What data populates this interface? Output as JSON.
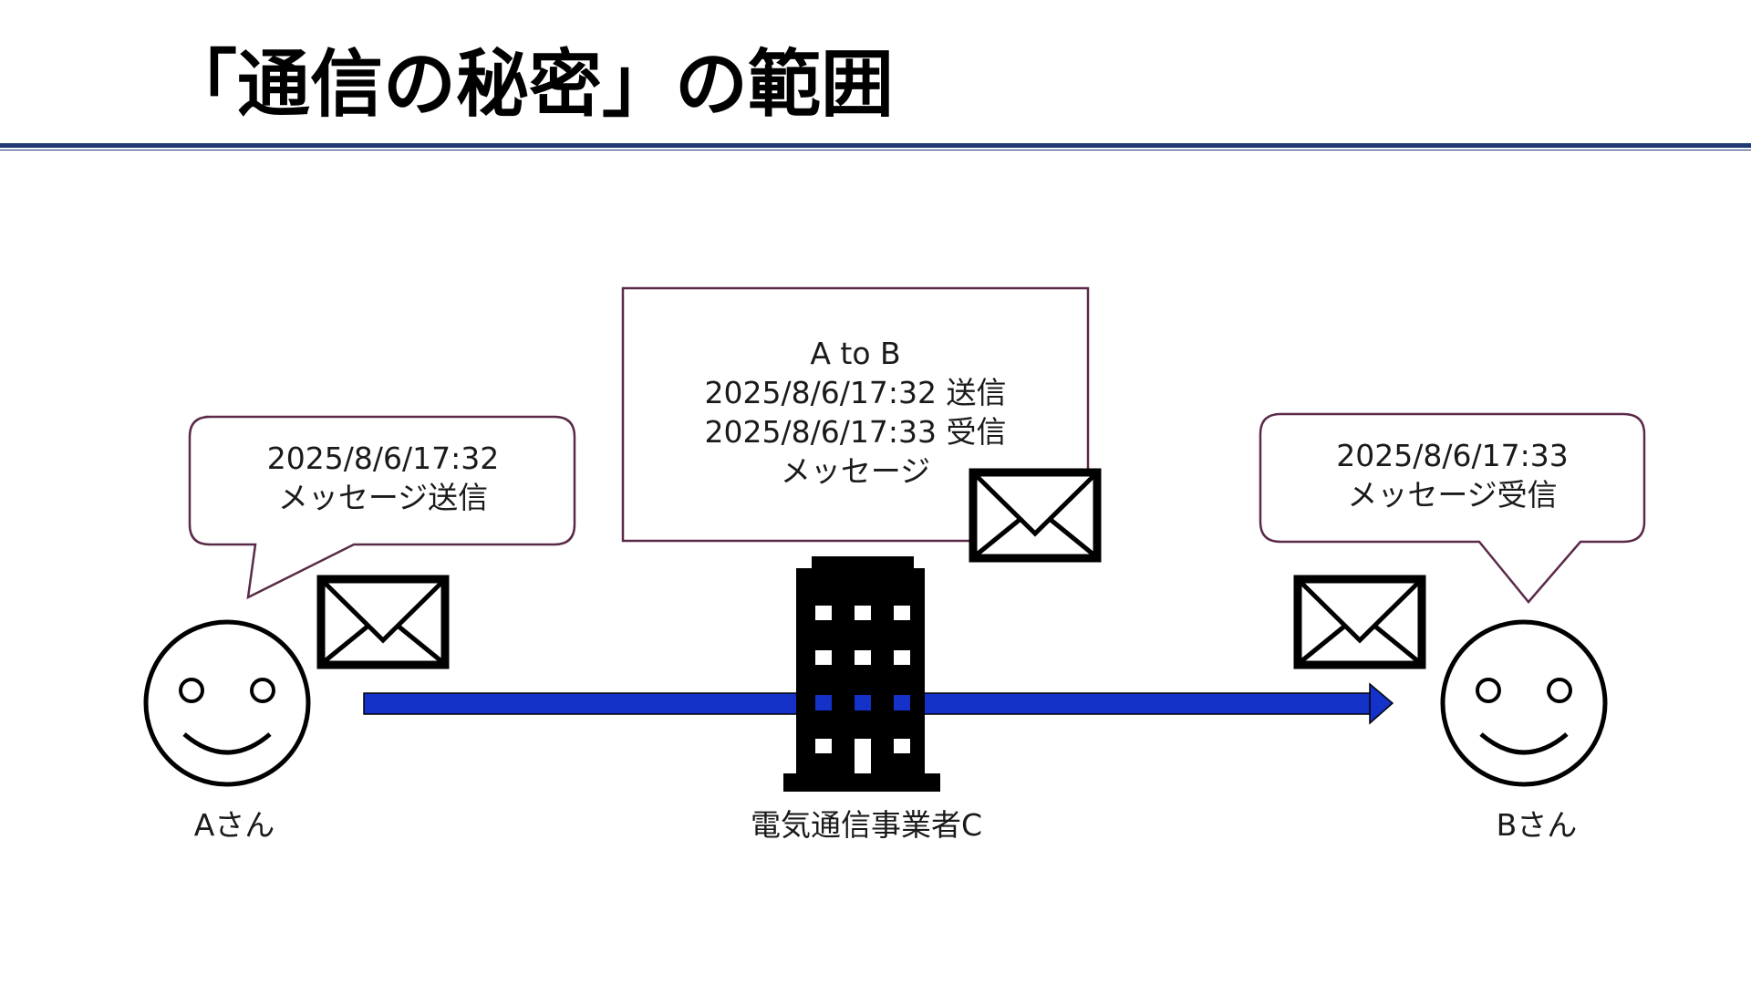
{
  "title": "「通信の秘密」の範囲",
  "colors": {
    "rule": "#1f3a73",
    "arrow": "#1432c8",
    "box_border": "#5a2a48",
    "icon": "#000000"
  },
  "sender": {
    "name": "Aさん",
    "bubble": {
      "line1": "2025/8/6/17:32",
      "line2": "メッセージ送信"
    }
  },
  "receiver": {
    "name": "Bさん",
    "bubble": {
      "line1": "2025/8/6/17:33",
      "line2": "メッセージ受信"
    }
  },
  "carrier": {
    "name": "電気通信事業者C",
    "record": {
      "line1": "A to B",
      "line2": "2025/8/6/17:32 送信",
      "line3": "2025/8/6/17:33 受信",
      "line4": "メッセージ"
    }
  },
  "icons": [
    "smiley-face-icon",
    "envelope-icon",
    "office-building-icon",
    "arrow-right-icon"
  ]
}
